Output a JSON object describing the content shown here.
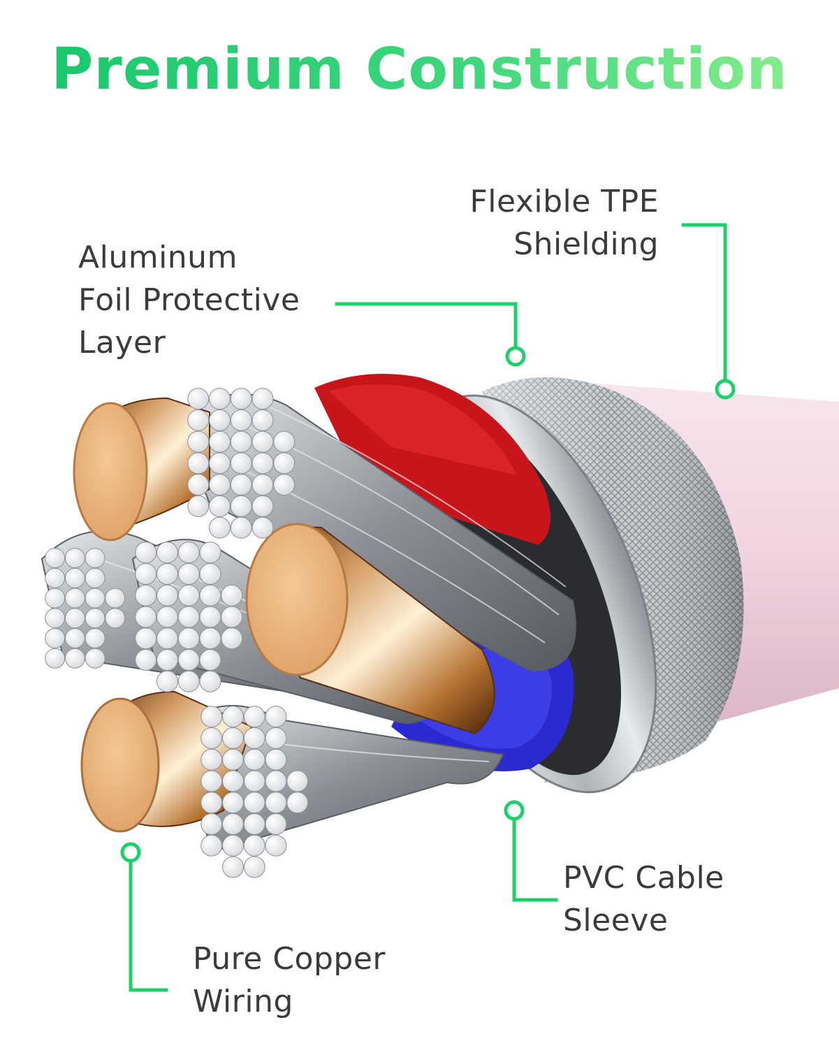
{
  "title": "Premium Construction",
  "labels": {
    "tpe": [
      "Flexible TPE",
      "Shielding"
    ],
    "foil": [
      "Aluminum",
      "Foil Protective",
      "Layer"
    ],
    "pvc": [
      "PVC Cable",
      "Sleeve"
    ],
    "copper": [
      "Pure Copper",
      "Wiring"
    ]
  },
  "colors": {
    "accent_green": "#1fcf6b",
    "label_text": "#3b3b3b",
    "tpe_sheath": "#f3d9e3",
    "insulation_red": "#c8151b",
    "insulation_blue": "#2a2ad0",
    "copper": "#e9b07a",
    "silver": "#bfc3c8"
  }
}
